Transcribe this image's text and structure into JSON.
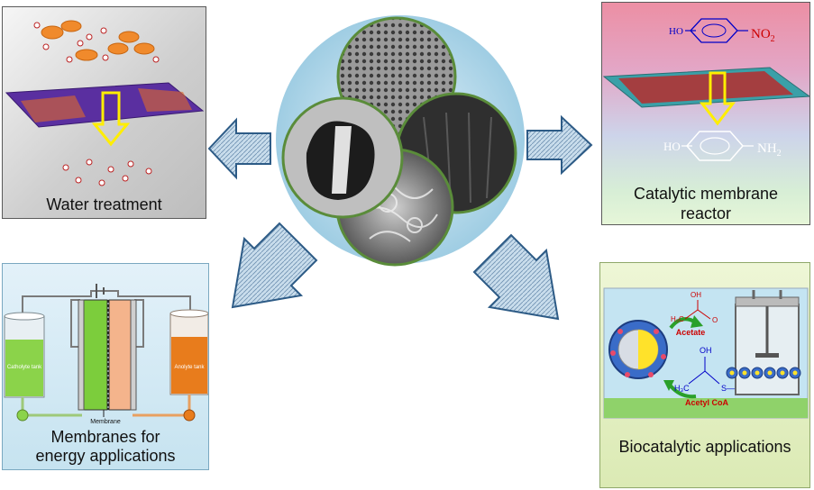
{
  "panels": {
    "water": {
      "caption": "Water treatment"
    },
    "catalytic": {
      "caption_line1": "Catalytic membrane",
      "caption_line2": "reactor",
      "formula_top_ho": "HO",
      "formula_top_no": "NO",
      "formula_top_sub": "2",
      "formula_bottom_ho": "HO",
      "formula_bottom_nh": "NH",
      "formula_bottom_sub": "2"
    },
    "energy": {
      "caption_line1": "Membranes for",
      "caption_line2": "energy applications",
      "catholyte_label": "Catholyte tank",
      "anolyte_label": "Anolyte tank",
      "membrane_label": "Membrane"
    },
    "bio": {
      "caption": "Biocatalytic applications",
      "oh_top": "OH",
      "h3c_top": "H₃C",
      "o_top": "O",
      "acetate": "Acetate",
      "oh_mid": "OH",
      "h3c_bottom": "H₃C",
      "scoa": "S—CoA",
      "acetyl_coa": "Acetyl CoA"
    }
  },
  "colors": {
    "arrow_fill": "#c9ddec",
    "arrow_stroke": "#2d5b86",
    "yellow_arrow": "#ffee00",
    "nitro_red": "#cc0000",
    "formula_blue": "#0000c8",
    "green_tank": "#8bd34a",
    "orange_tank": "#e87c1c",
    "center_disc": "#b9dbec"
  }
}
